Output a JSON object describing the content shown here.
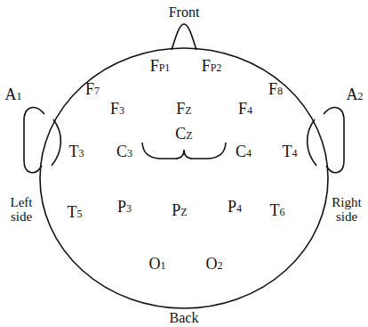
{
  "diagram": {
    "labels": [
      "Front",
      "FP1",
      "FP2",
      "F7",
      "F3",
      "FZ",
      "F4",
      "F8",
      "A1",
      "A2",
      "T3",
      "C3",
      "CZ",
      "C4",
      "T4",
      "Left side",
      "Right side",
      "T5",
      "P3",
      "PZ",
      "P4",
      "T6",
      "O1",
      "O2",
      "Back"
    ]
  }
}
